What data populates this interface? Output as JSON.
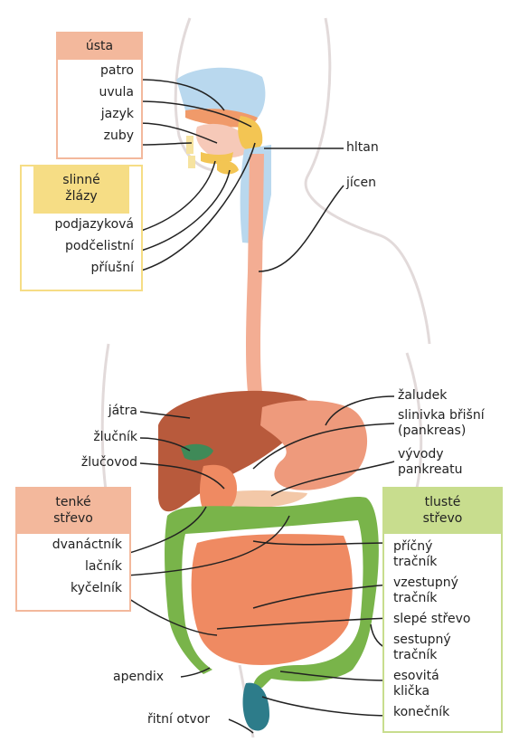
{
  "colors": {
    "mouth_box": "#f3b89c",
    "glands_box": "#f6dd85",
    "small_intestine_box": "#f3b89c",
    "large_intestine_box": "#c8dd8e",
    "liver": "#b85a3c",
    "stomach": "#ee9a7c",
    "small_intestine": "#ef8a62",
    "large_intestine": "#79b44a",
    "esophagus": "#f3ad93",
    "leader_line": "#222222"
  },
  "mouth": {
    "title": "ústa",
    "items": [
      "patro",
      "uvula",
      "jazyk",
      "zuby"
    ]
  },
  "glands": {
    "title": "slinné žlázy",
    "items": [
      "podjazyková",
      "podčelistní",
      "příušní"
    ]
  },
  "small_intestine": {
    "title": "tenké střevo",
    "items": [
      "dvanáctník",
      "lačník",
      "kyčelník"
    ]
  },
  "large_intestine": {
    "title": "tlusté střevo",
    "items": [
      "příčný tračník",
      "vzestupný tračník",
      "slepé střevo",
      "sestupný tračník",
      "esovitá klička",
      "konečník"
    ]
  },
  "labels": {
    "pharynx": "hltan",
    "esophagus": "jícen",
    "liver": "játra",
    "gallbladder": "žlučník",
    "bile_duct": "žlučovod",
    "stomach": "žaludek",
    "pancreas": "slinivka břišní (pankreas)",
    "pancreatic_ducts": "vývody pankreatu",
    "appendix": "apendix",
    "anus": "řitní otvor"
  }
}
